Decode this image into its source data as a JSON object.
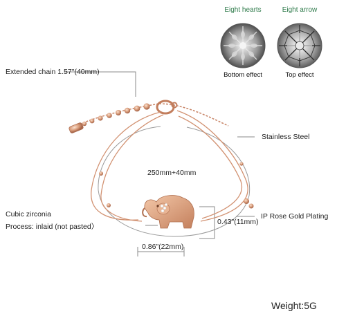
{
  "diamond": {
    "left_caption": "Eight hearts",
    "right_caption": "Eight arrow",
    "left_effect": "Bottom effect",
    "right_effect": "Top effect"
  },
  "labels": {
    "extended_chain": "Extended chain 1.57\"(40mm)",
    "stainless": "Stainless Steel",
    "length": "250mm+40mm",
    "plating": "IP Rose Gold Plating",
    "zirconia": "Cubic zirconia",
    "process": "Process: inlaid (not pasted〉",
    "height": "0.43\"(11mm)",
    "width": "0.86\"(22mm)",
    "weight": "Weight:5G"
  },
  "colors": {
    "rose_gold": "#d79a78",
    "rose_gold_dark": "#b77655",
    "green_caption": "#2e7a4a"
  }
}
